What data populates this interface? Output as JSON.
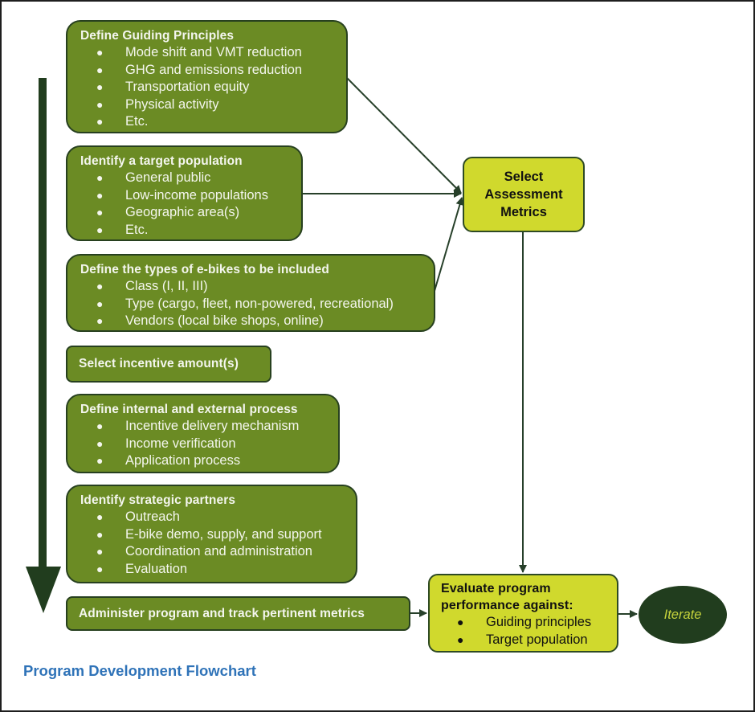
{
  "diagram": {
    "caption": "Program Development Flowchart",
    "steps": [
      {
        "title": "Define Guiding Principles",
        "items": [
          "Mode shift and VMT reduction",
          "GHG and emissions reduction",
          "Transportation equity",
          "Physical activity",
          "Etc."
        ]
      },
      {
        "title": "Identify a target population",
        "items": [
          "General public",
          "Low-income populations",
          "Geographic area(s)",
          "Etc."
        ]
      },
      {
        "title": "Define the types of e-bikes to be included",
        "items": [
          "Class (I, II, III)",
          "Type (cargo, fleet, non-powered, recreational)",
          "Vendors (local bike shops, online)"
        ]
      },
      {
        "title": "Select incentive amount(s)",
        "items": []
      },
      {
        "title": "Define internal and external process",
        "items": [
          "Incentive delivery mechanism",
          "Income verification",
          "Application process"
        ]
      },
      {
        "title": "Identify strategic partners",
        "items": [
          "Outreach",
          "E-bike demo, supply, and support",
          "Coordination and administration",
          "Evaluation"
        ]
      },
      {
        "title": "Administer program and track pertinent metrics",
        "items": []
      }
    ],
    "select_metrics": {
      "lines": [
        "Select",
        "Assessment",
        "Metrics"
      ]
    },
    "evaluate": {
      "title_lines": [
        "Evaluate program",
        "performance against:"
      ],
      "items": [
        "Guiding principles",
        "Target population"
      ]
    },
    "iterate": {
      "label": "Iterate"
    },
    "bullet_glyph": "●",
    "colors": {
      "step_fill": "#6b8b24",
      "step_border": "#27401f",
      "highlight_fill": "#d0d92d",
      "iterate_fill": "#213d1e",
      "iterate_text": "#c6d33c",
      "connector": "#27402a",
      "caption": "#2f73b8"
    },
    "edges": [
      {
        "from": "Define Guiding Principles",
        "to": "Select Assessment Metrics"
      },
      {
        "from": "Identify a target population",
        "to": "Select Assessment Metrics"
      },
      {
        "from": "Define the types of e-bikes to be included",
        "to": "Select Assessment Metrics"
      },
      {
        "from": "Select Assessment Metrics",
        "to": "Evaluate program performance against"
      },
      {
        "from": "Administer program and track pertinent metrics",
        "to": "Evaluate program performance against"
      },
      {
        "from": "Evaluate program performance against",
        "to": "Iterate"
      }
    ]
  }
}
